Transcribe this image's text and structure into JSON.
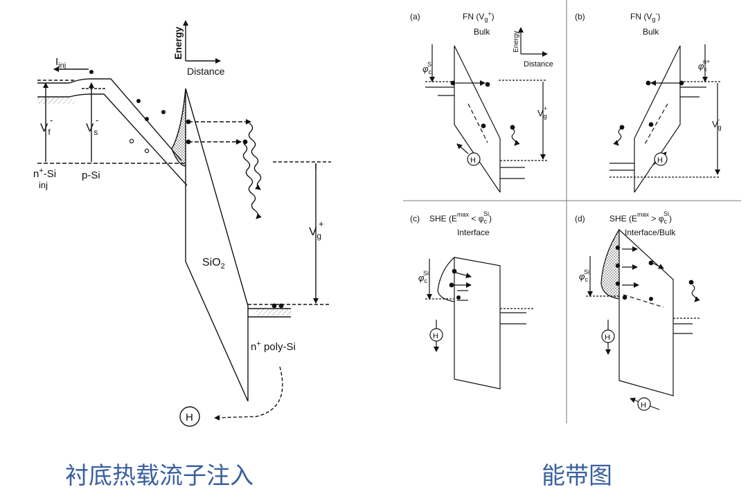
{
  "left_diagram": {
    "axis_y_label": "Energy",
    "axis_x_label": "Distance",
    "i_inj": "I",
    "i_inj_sub": "inj",
    "vf": "V",
    "vf_sub": "f",
    "vf_sup": "-",
    "vs": "V",
    "vs_sub": "s",
    "vs_sup": "-",
    "n_si": "n",
    "n_si_sup": "+",
    "n_si_rest": "-Si",
    "n_si_sub": "inj",
    "p_si": "p-Si",
    "sio2": "SiO",
    "sio2_sub": "2",
    "vg": "V",
    "vg_sub": "g",
    "vg_sup": "+",
    "n_poly": "n",
    "n_poly_sup": "+",
    "n_poly_rest": " poly-Si",
    "hole": "H"
  },
  "panels": {
    "a": {
      "letter": "(a)",
      "title": "FN (V",
      "title_sub": "g",
      "title_sup": "+",
      "title_end": ")",
      "subtitle": "Bulk",
      "phi": "φ",
      "phi_sub": "c",
      "phi_sup": "Si",
      "v": "V",
      "v_sub": "g",
      "v_sup": "+",
      "hole": "H",
      "axis_y": "Energy",
      "axis_x": "Distance"
    },
    "b": {
      "letter": "(b)",
      "title": "FN (V",
      "title_sub": "g",
      "title_sup": "-",
      "title_end": ")",
      "subtitle": "Bulk",
      "phi": "φ",
      "phi_sub": "c",
      "phi_sup": "n+",
      "v": "V",
      "v_sub": "g",
      "v_sup": "-",
      "hole": "H"
    },
    "c": {
      "letter": "(c)",
      "title": "SHE  (E",
      "title_sup": "max",
      "title_mid": " < φ",
      "title_sub": "c",
      "title_sup2": "Si",
      "title_end": ")",
      "subtitle": "Interface",
      "phi": "φ",
      "phi_sub": "c",
      "phi_sup": "Si",
      "hole": "H"
    },
    "d": {
      "letter": "(d)",
      "title": "SHE  (E",
      "title_sup": "max",
      "title_mid": " > φ",
      "title_sub": "c",
      "title_sup2": "Si",
      "title_end": ")",
      "subtitle": "Interface/Bulk",
      "phi": "φ",
      "phi_sub": "c",
      "phi_sup": "Si",
      "hole": "H"
    }
  },
  "captions": {
    "left": "衬底热载流子注入",
    "right": "能带图"
  }
}
